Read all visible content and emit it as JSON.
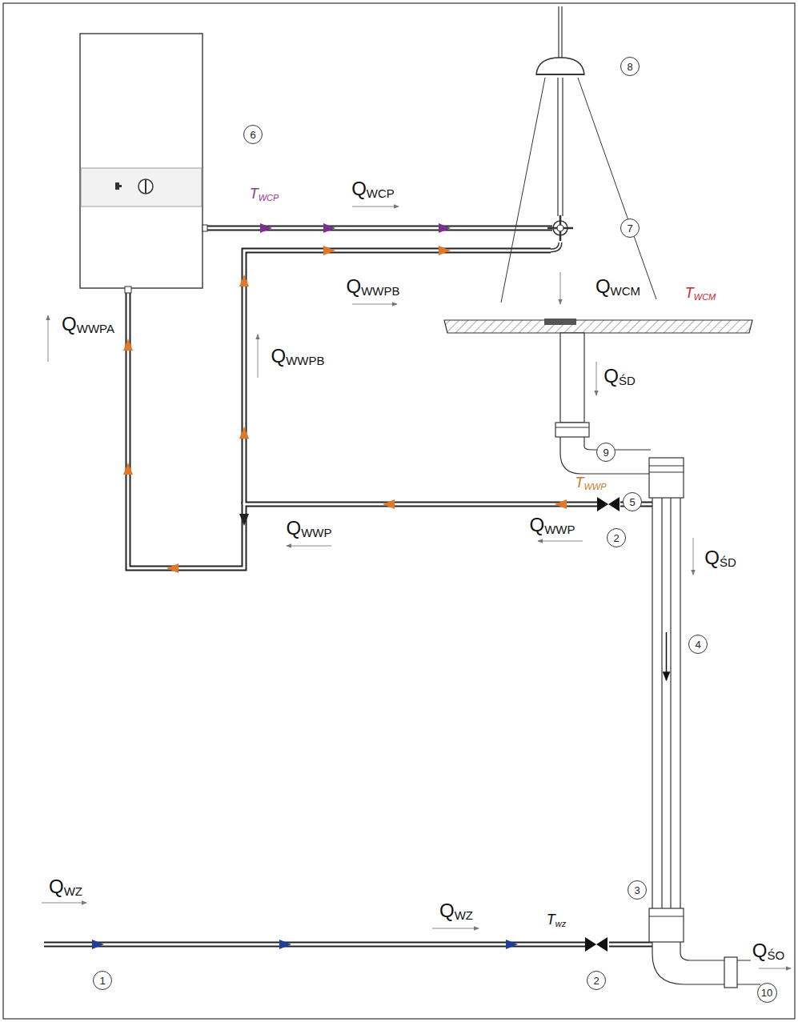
{
  "diagram": {
    "nodes": [
      {
        "text": [
          "8"
        ]
      },
      {
        "text": [
          "6"
        ]
      },
      {
        "text": [
          "7"
        ]
      },
      {
        "text": [
          "9"
        ]
      },
      {
        "text": [
          "5"
        ]
      },
      {
        "text": [
          "2"
        ]
      },
      {
        "text": [
          "4"
        ]
      },
      {
        "text": [
          "3"
        ]
      },
      {
        "text": [
          "1"
        ]
      },
      {
        "text": [
          "2"
        ]
      },
      {
        "text": [
          "10"
        ]
      }
    ],
    "labels": [
      "TWCP",
      "QWCP",
      "QWCM",
      "TWCM",
      "QWWPA",
      "QWWPB",
      "QWWPB",
      "QŚD",
      "TWWP",
      "QWWP",
      "QWWP",
      "QŚD",
      "QWZ",
      "QWZ",
      "Twz",
      "QŚO"
    ]
  }
}
